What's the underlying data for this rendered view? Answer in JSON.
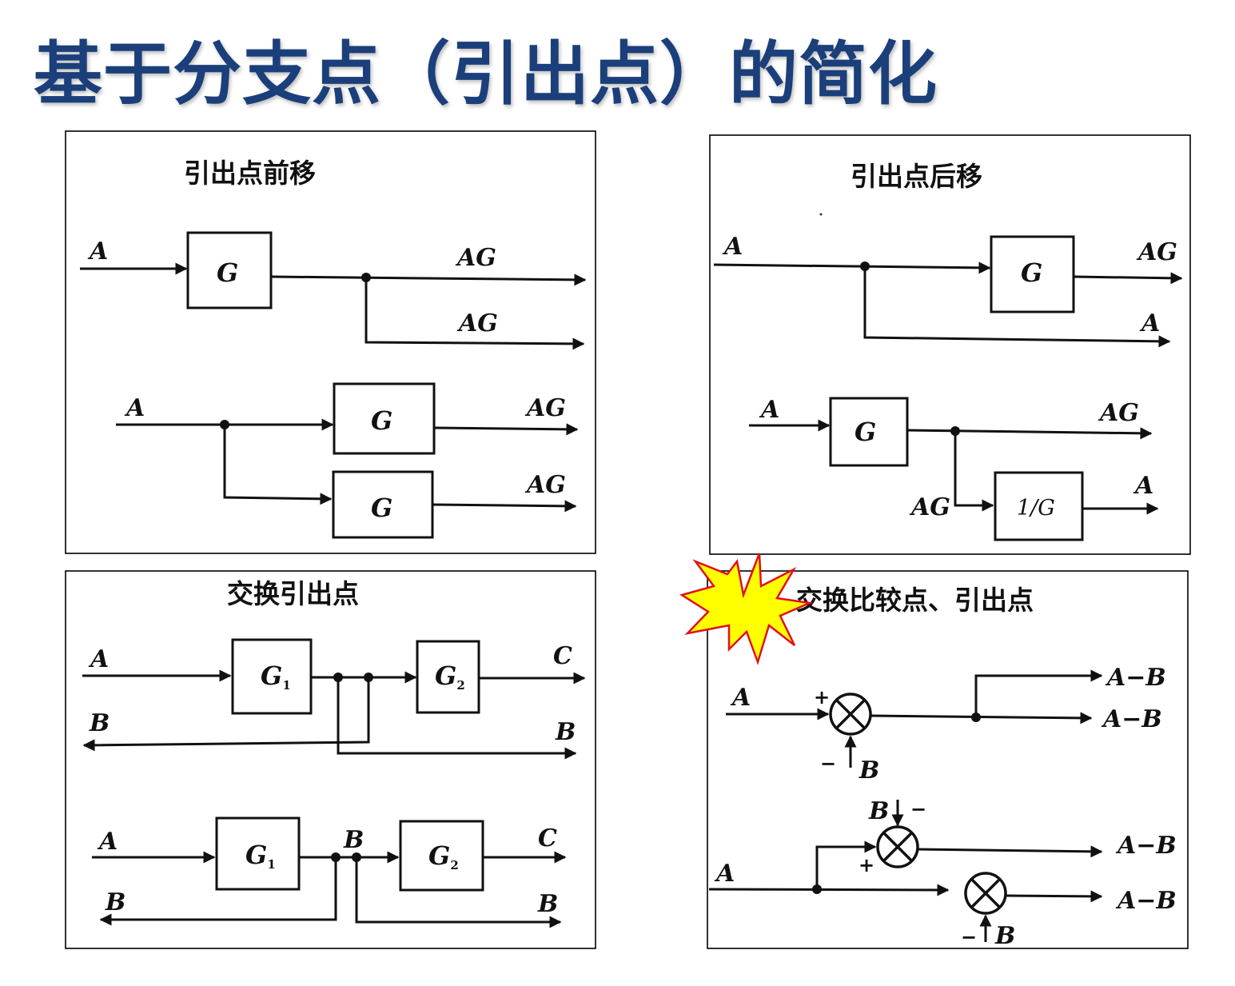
{
  "title": "基于分支点（引出点）的简化",
  "panels": [
    {
      "title": "引出点前移",
      "upper": {
        "input": "A",
        "block": "G",
        "out1": "AG",
        "out2": "AG"
      },
      "lower": {
        "input": "A",
        "block1": "G",
        "block2": "G",
        "out1": "AG",
        "out2": "AG"
      }
    },
    {
      "title": "引出点后移",
      "upper": {
        "input": "A",
        "block": "G",
        "out1": "AG",
        "out2": "A"
      },
      "lower": {
        "input": "A",
        "block": "G",
        "out1": "AG",
        "branch_label": "AG",
        "inv_block": "1/G",
        "out2": "A"
      }
    },
    {
      "title": "交换引出点",
      "upper": {
        "input": "A",
        "block1": "G",
        "sub1": "1",
        "block2": "G",
        "sub2": "2",
        "out": "C",
        "back": "B",
        "branch": "B"
      },
      "lower": {
        "input": "A",
        "block1": "G",
        "sub1": "1",
        "mid": "B",
        "block2": "G",
        "sub2": "2",
        "out": "C",
        "back": "B",
        "branch": "B"
      }
    },
    {
      "title": "交换比较点、引出点",
      "upper": {
        "input": "A",
        "plus": "+",
        "minus": "−",
        "b": "B",
        "out1": "A−B",
        "out2": "A−B"
      },
      "lower": {
        "input": "A",
        "b_top": "B",
        "minus_top": "−",
        "plus": "+",
        "out1": "A−B",
        "b_bottom": "B",
        "minus_bottom": "−",
        "out2": "A−B"
      }
    }
  ],
  "colors": {
    "title": "#1b3f7a",
    "starburst_fill": "#ffff00",
    "starburst_stroke": "#e0101a"
  }
}
